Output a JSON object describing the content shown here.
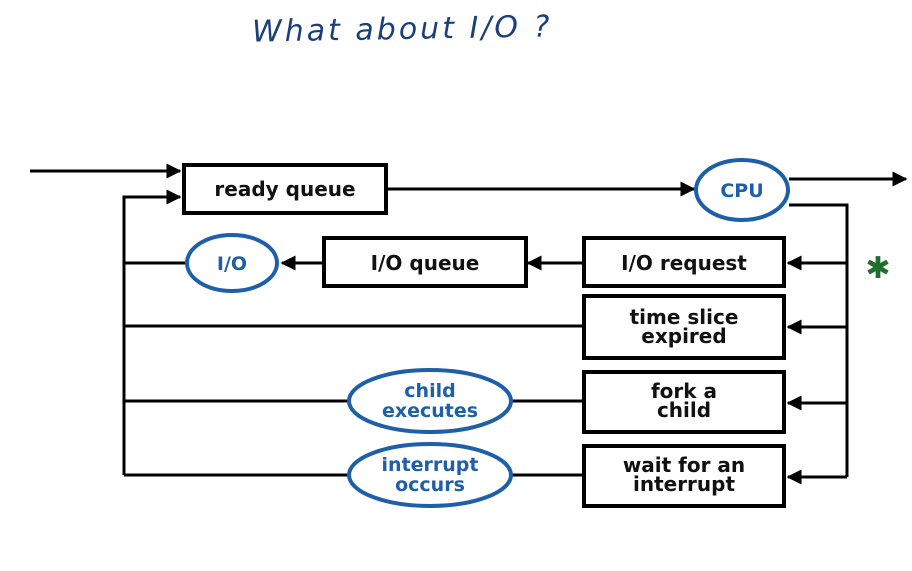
{
  "title": "What about I/O ?",
  "nodes": {
    "ready_queue": "ready queue",
    "cpu": "CPU",
    "io_request": "I/O request",
    "io_queue": "I/O queue",
    "io": "I/O",
    "time_slice_line1": "time slice",
    "time_slice_line2": "expired",
    "fork_line1": "fork a",
    "fork_line2": "child",
    "child_exec_line1": "child",
    "child_exec_line2": "executes",
    "wait_line1": "wait for an",
    "wait_line2": "interrupt",
    "interrupt_line1": "interrupt",
    "interrupt_line2": "occurs"
  },
  "annotation_star": "✱"
}
